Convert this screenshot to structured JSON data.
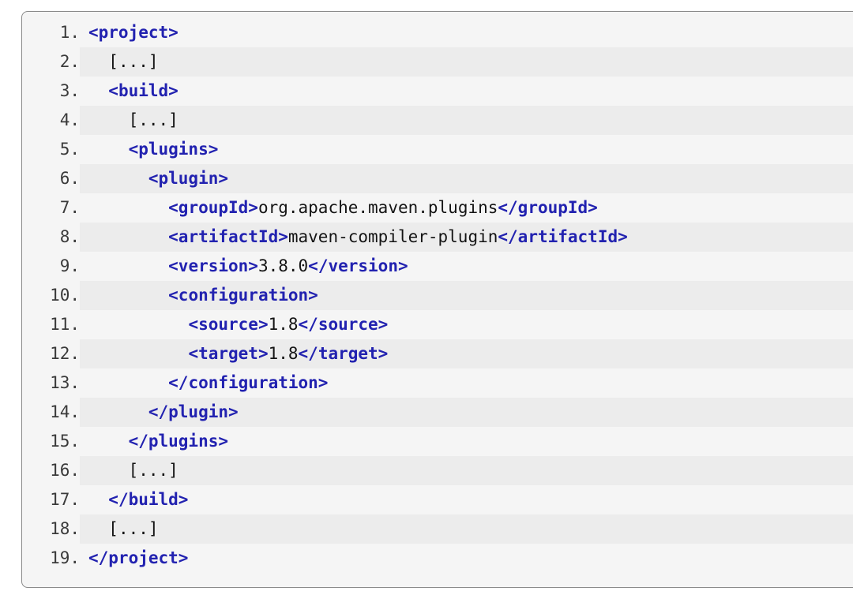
{
  "code_block": {
    "language": "xml",
    "border_color": "#8a8a8a",
    "background": "#f5f5f5",
    "stripe_background": "#ececec",
    "tag_color": "#2222b0",
    "text_color": "#141414",
    "line_number_color": "#3a3a3a",
    "lines": [
      {
        "number": "1.",
        "indent": 0,
        "tokens": [
          {
            "type": "tag",
            "text": "<project>"
          }
        ]
      },
      {
        "number": "2.",
        "indent": 1,
        "tokens": [
          {
            "type": "text",
            "text": "[...]"
          }
        ]
      },
      {
        "number": "3.",
        "indent": 1,
        "tokens": [
          {
            "type": "tag",
            "text": "<build>"
          }
        ]
      },
      {
        "number": "4.",
        "indent": 2,
        "tokens": [
          {
            "type": "text",
            "text": "[...]"
          }
        ]
      },
      {
        "number": "5.",
        "indent": 2,
        "tokens": [
          {
            "type": "tag",
            "text": "<plugins>"
          }
        ]
      },
      {
        "number": "6.",
        "indent": 3,
        "tokens": [
          {
            "type": "tag",
            "text": "<plugin>"
          }
        ]
      },
      {
        "number": "7.",
        "indent": 4,
        "tokens": [
          {
            "type": "tag",
            "text": "<groupId>"
          },
          {
            "type": "text",
            "text": "org.apache.maven.plugins"
          },
          {
            "type": "tag",
            "text": "</groupId>"
          }
        ]
      },
      {
        "number": "8.",
        "indent": 4,
        "tokens": [
          {
            "type": "tag",
            "text": "<artifactId>"
          },
          {
            "type": "text",
            "text": "maven-compiler-plugin"
          },
          {
            "type": "tag",
            "text": "</artifactId>"
          }
        ]
      },
      {
        "number": "9.",
        "indent": 4,
        "tokens": [
          {
            "type": "tag",
            "text": "<version>"
          },
          {
            "type": "text",
            "text": "3.8.0"
          },
          {
            "type": "tag",
            "text": "</version>"
          }
        ]
      },
      {
        "number": "10.",
        "indent": 4,
        "tokens": [
          {
            "type": "tag",
            "text": "<configuration>"
          }
        ]
      },
      {
        "number": "11.",
        "indent": 5,
        "tokens": [
          {
            "type": "tag",
            "text": "<source>"
          },
          {
            "type": "text",
            "text": "1.8"
          },
          {
            "type": "tag",
            "text": "</source>"
          }
        ]
      },
      {
        "number": "12.",
        "indent": 5,
        "tokens": [
          {
            "type": "tag",
            "text": "<target>"
          },
          {
            "type": "text",
            "text": "1.8"
          },
          {
            "type": "tag",
            "text": "</target>"
          }
        ]
      },
      {
        "number": "13.",
        "indent": 4,
        "tokens": [
          {
            "type": "tag",
            "text": "</configuration>"
          }
        ]
      },
      {
        "number": "14.",
        "indent": 3,
        "tokens": [
          {
            "type": "tag",
            "text": "</plugin>"
          }
        ]
      },
      {
        "number": "15.",
        "indent": 2,
        "tokens": [
          {
            "type": "tag",
            "text": "</plugins>"
          }
        ]
      },
      {
        "number": "16.",
        "indent": 2,
        "tokens": [
          {
            "type": "text",
            "text": "[...]"
          }
        ]
      },
      {
        "number": "17.",
        "indent": 1,
        "tokens": [
          {
            "type": "tag",
            "text": "</build>"
          }
        ]
      },
      {
        "number": "18.",
        "indent": 1,
        "tokens": [
          {
            "type": "text",
            "text": "[...]"
          }
        ]
      },
      {
        "number": "19.",
        "indent": 0,
        "tokens": [
          {
            "type": "tag",
            "text": "</project>"
          }
        ]
      }
    ]
  }
}
